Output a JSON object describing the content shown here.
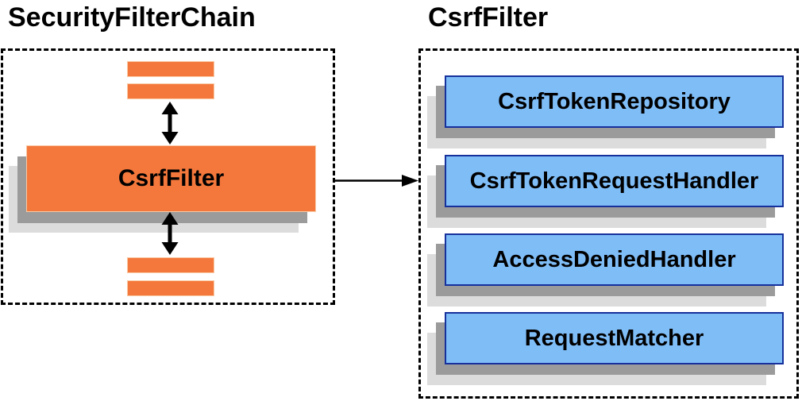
{
  "diagram": {
    "left_panel": {
      "title": "SecurityFilterChain",
      "filter_label": "CsrfFilter"
    },
    "right_panel": {
      "title": "CsrfFilter",
      "components": [
        {
          "label": "CsrfTokenRepository"
        },
        {
          "label": "CsrfTokenRequestHandler"
        },
        {
          "label": "AccessDeniedHandler"
        },
        {
          "label": "RequestMatcher"
        }
      ]
    },
    "colors": {
      "filter_orange": "#F4783C",
      "filter_orange_border": "#F9C9A4",
      "component_blue_fill": "#7FBDF7",
      "component_blue_border": "#16309C",
      "shadow_dark": "#9B9B9B",
      "shadow_light": "#DCDCDC",
      "arrow_black": "#000000"
    }
  }
}
